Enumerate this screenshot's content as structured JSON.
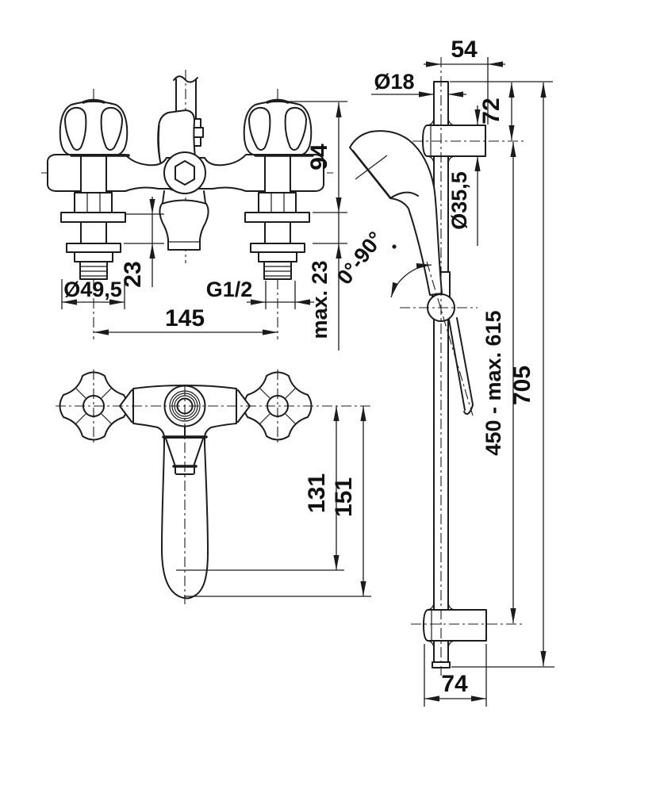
{
  "drawing": {
    "type": "technical dimension drawing",
    "subject": "two-handle bath mixer with hand shower and wall slide rail",
    "line_color": "#1c1c1c",
    "background": "#ffffff"
  },
  "mixer_side_view": {
    "dims": {
      "body_height": "94",
      "spout_drop": "23",
      "deck_thickness": "max. 23",
      "flange_diameter": "Ø49,5",
      "thread_size": "G1/2",
      "hole_centers": "145"
    }
  },
  "mixer_front_view": {
    "dims": {
      "outlet_drop": "131",
      "overall_drop": "151"
    }
  },
  "rail_view": {
    "dims": {
      "bracket_offset_top": "54",
      "rail_diameter": "Ø18",
      "top_overhang": "72",
      "bracket_diameter": "Ø35,5",
      "swivel_angle": "0°-90°",
      "bracket_span": "450 - max. 615",
      "rail_length": "705",
      "bracket_depth": "74"
    }
  }
}
